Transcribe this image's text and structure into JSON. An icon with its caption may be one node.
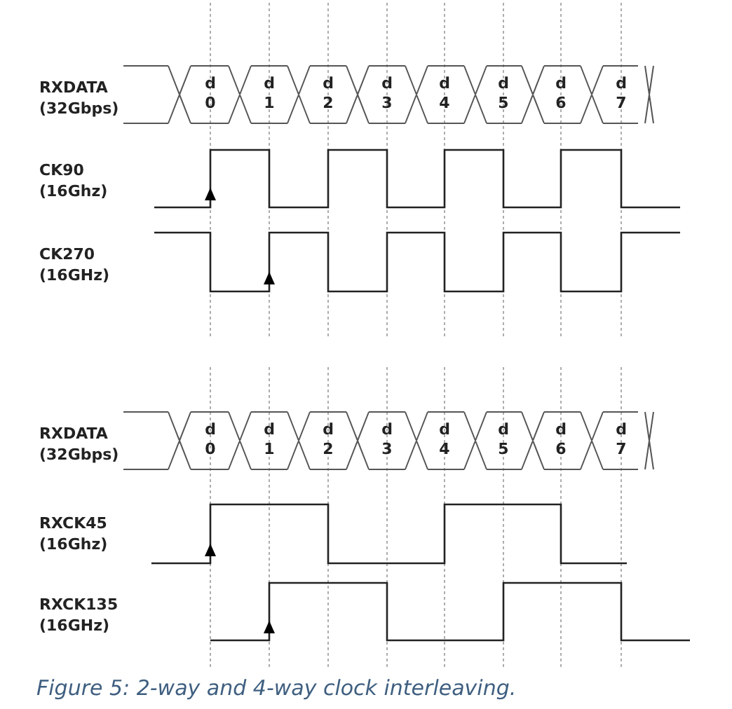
{
  "diagram": {
    "caption": "Figure 5: 2-way and 4-way clock interleaving.",
    "labels": [
      "RXDATA (32Gbps)",
      "d 0",
      "d 1",
      "d 2",
      "d 3",
      "d 4",
      "d 5",
      "d 6",
      "d 7",
      "CK90 (16Ghz)",
      "CK270 (16GHz)",
      "RXDATA (32Gbps)",
      "d 0",
      "d 1",
      "d 2",
      "d 3",
      "d 4",
      "d 5",
      "d 6",
      "d 7",
      "RXCK45 (16Ghz)",
      "RXCK135 (16GHz)"
    ]
  }
}
